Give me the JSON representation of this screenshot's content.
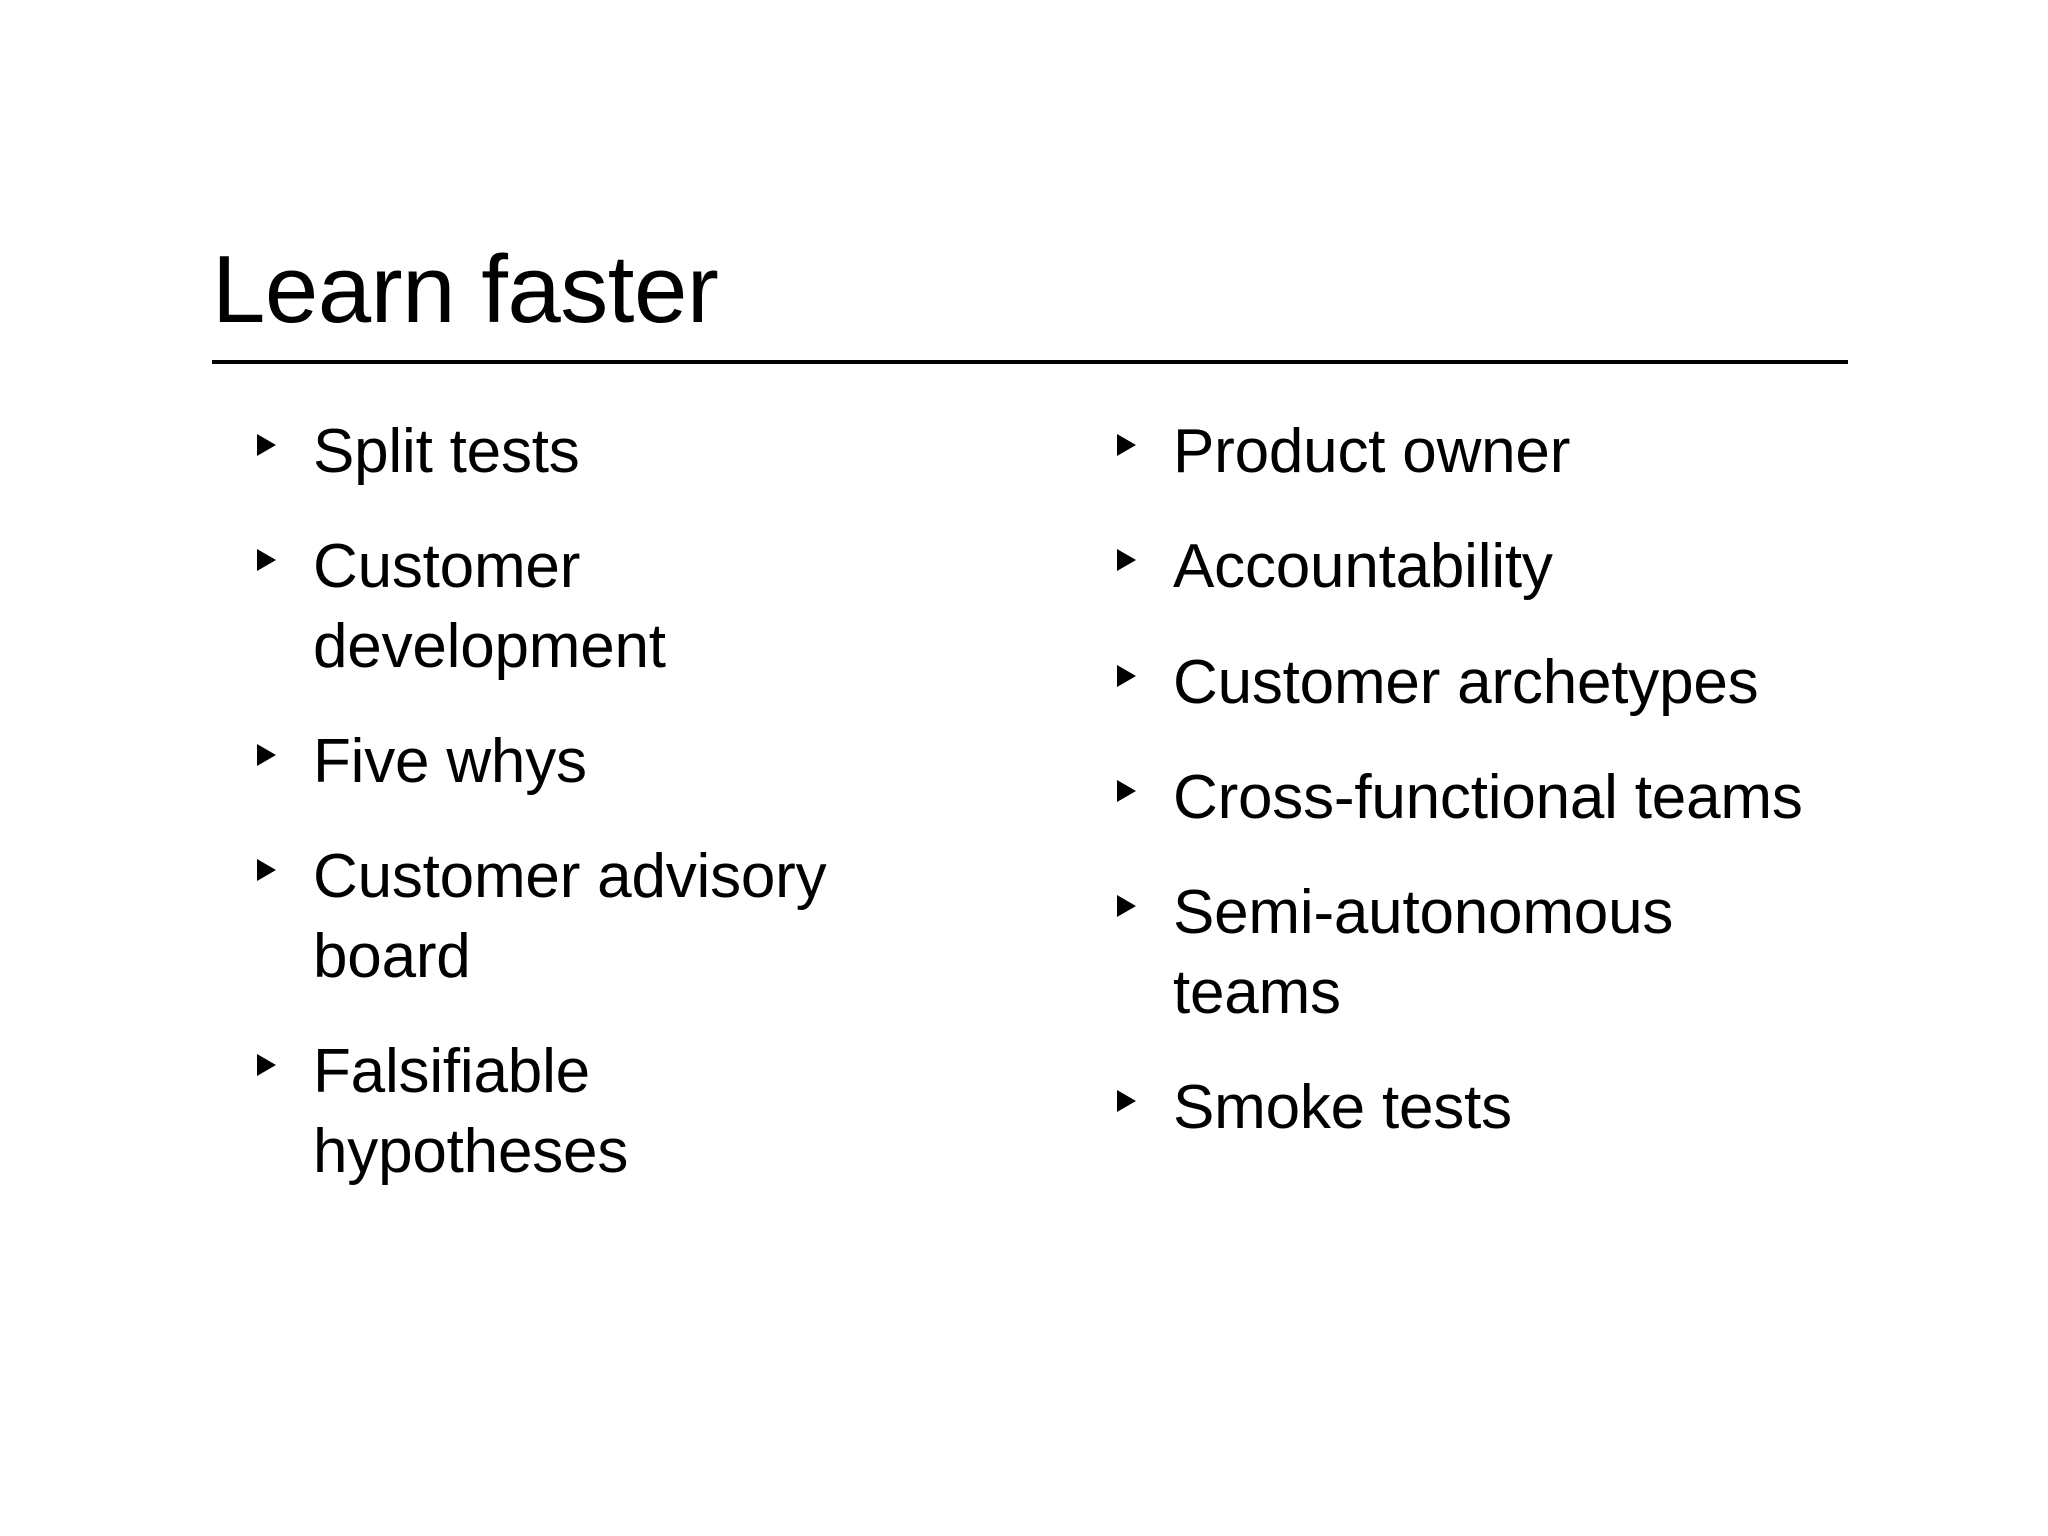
{
  "slide": {
    "title": "Learn faster",
    "background_color": "#ffffff",
    "text_color": "#000000",
    "bullet_glyph": "triangle-right"
  },
  "columns": [
    {
      "name": "left",
      "items": [
        {
          "label": "Split tests"
        },
        {
          "label": "Customer development"
        },
        {
          "label": "Five whys"
        },
        {
          "label": "Customer advisory board"
        },
        {
          "label": "Falsifiable hypotheses"
        }
      ]
    },
    {
      "name": "right",
      "items": [
        {
          "label": "Product owner"
        },
        {
          "label": "Accountability"
        },
        {
          "label": "Customer archetypes"
        },
        {
          "label": "Cross-functional teams"
        },
        {
          "label": "Semi-autonomous teams"
        },
        {
          "label": "Smoke tests"
        }
      ]
    }
  ]
}
